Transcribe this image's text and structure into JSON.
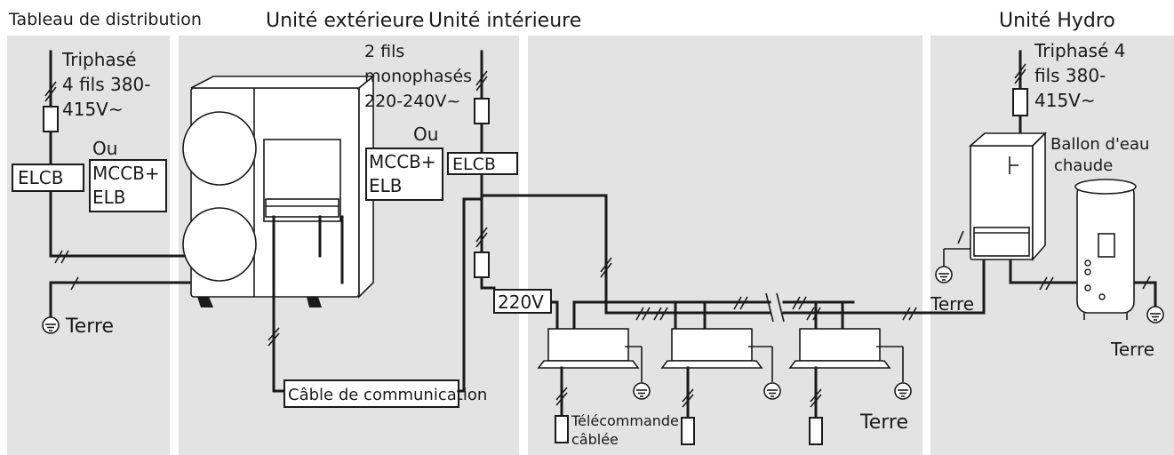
{
  "titles": {
    "distribution": "Tableau de distribution",
    "outdoor": "Unité extérieure",
    "indoor": "Unité intérieure",
    "hydro": "Unité Hydro"
  },
  "distribution": {
    "supply_1": "Triphasé",
    "supply_2": "4 fils 380-",
    "supply_3": "415V~",
    "or": "Ou",
    "elcb": "ELCB",
    "mccb_1": "MCCB+",
    "mccb_2": "ELB",
    "earth": "Terre"
  },
  "indoor": {
    "supply_1": "2 fils",
    "supply_2": "monophasés",
    "supply_3": "220-240V~",
    "or": "Ou",
    "mccb_1": "MCCB+",
    "mccb_2": "ELB",
    "elcb": "ELCB",
    "voltage": "220V",
    "comm_cable": "Câble de communication",
    "remote_1": "Télécommande",
    "remote_2": "câblée",
    "earth": "Terre"
  },
  "hydro": {
    "supply_1": "Triphasé 4",
    "supply_2": "fils 380-",
    "supply_3": "415V~",
    "tank_1": "Ballon d'eau",
    "tank_2": "chaude",
    "earth_left": "Terre",
    "earth_right": "Terre"
  },
  "colors": {
    "panel_bg": "#e3e3e3",
    "line": "#1a1a1a",
    "background": "#ffffff"
  }
}
